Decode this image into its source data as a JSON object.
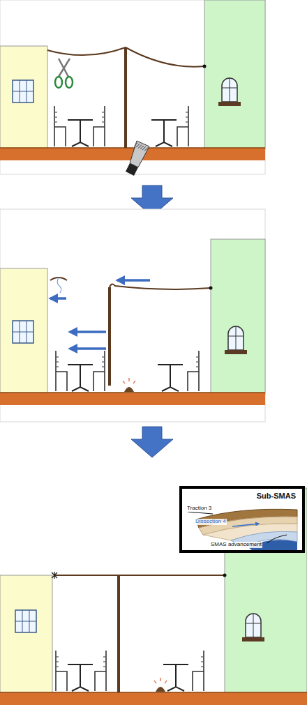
{
  "diagram": {
    "nodes": [
      {
        "text": [
          "Sub-SMAS",
          "Traction 3",
          "Dissection 4",
          "SMAS advancement"
        ]
      }
    ]
  }
}
